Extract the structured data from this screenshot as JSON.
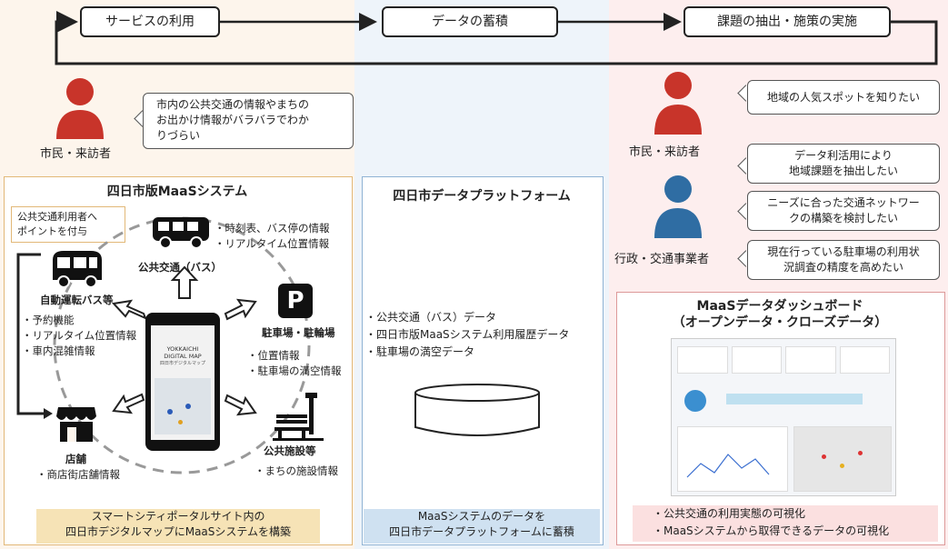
{
  "flow": {
    "step1": "サービスの利用",
    "step2": "データの蓄積",
    "step3": "課題の抽出・施策の実施"
  },
  "left": {
    "citizen_bubble": "市内の公共交通の情報やまちの\nお出かけ情報がバラバラでわか\nりづらい",
    "citizen_label": "市民・来訪者",
    "panel_title": "四日市版MaaSシステム",
    "point_note": "公共交通利用者へ\nポイントを付与",
    "bus_label": "公共交通（バス）",
    "bus_items": "・時刻表、バス停の情報\n・リアルタイム位置情報",
    "auto_bus_label": "自動運転バス等",
    "auto_bus_items": "・予約機能\n・リアルタイム位置情報\n・車内混雑情報",
    "parking_label": "駐車場・駐輪場",
    "parking_items": "・位置情報\n・駐車場の満空情報",
    "parking_icon": "P",
    "store_label": "店舗",
    "store_items": "・商店街店舗情報",
    "facility_label": "公共施設等",
    "facility_items": "・まちの施設情報",
    "phone_title": "YOKKAICHI\nDIGITAL MAP",
    "phone_sub": "四日市デジタルマップ",
    "footer": "スマートシティポータルサイト内の\n四日市デジタルマップにMaaSシステムを構築"
  },
  "middle": {
    "panel_title": "四日市データプラットフォーム",
    "items": "・公共交通（バス）データ\n・四日市版MaaSシステム利用履歴データ\n・駐車場の満空データ",
    "footer": "MaaSシステムのデータを\n四日市データプラットフォームに蓄積"
  },
  "right": {
    "citizen_label": "市民・来訪者",
    "citizen_bubble": "地域の人気スポットを知りたい",
    "admin_label": "行政・交通事業者",
    "admin_bubble1": "データ利活用により\n地域課題を抽出したい",
    "admin_bubble2": "ニーズに合った交通ネットワー\nクの構築を検討したい",
    "admin_bubble3": "現在行っている駐車場の利用状\n況調査の精度を高めたい",
    "dashboard_title": "MaaSデータダッシュボード\n（オープンデータ・クローズデータ）",
    "dashboard_items": "・公共交通の利用実態の可視化\n・MaaSシステムから取得できるデータの可視化"
  },
  "colors": {
    "left_bg": "#fdf5ec",
    "mid_bg": "#eef4fa",
    "right_bg": "#fdeeee",
    "citizen": "#c8342a",
    "admin": "#2f6da3"
  }
}
